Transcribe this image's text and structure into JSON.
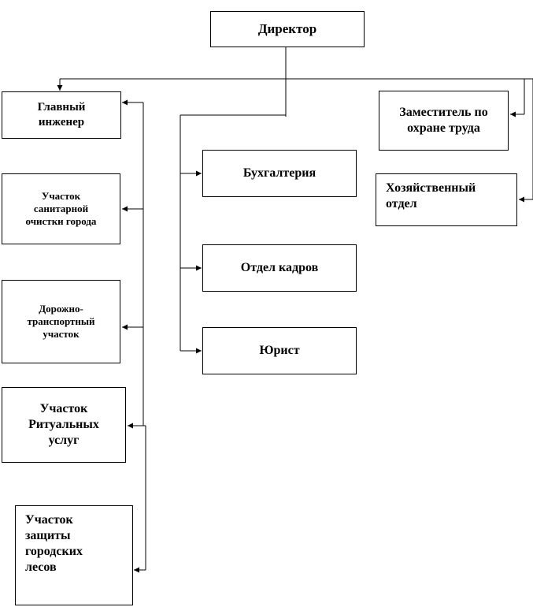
{
  "nodes": {
    "director": "Директор",
    "chief_engineer": "Главный\nинженер",
    "sanitation": "Участок\nсанитарной\nочистки города",
    "road_transport": "Дорожно-\nтранспортный\nучасток",
    "ritual": "Участок\nРитуальных\nуслуг",
    "forests": "Участок\nзащиты\nгородских\nлесов",
    "accounting": "Бухгалтерия",
    "hr": "Отдел кадров",
    "lawyer": "Юрист",
    "safety_deputy": "Заместитель по\nохране труда",
    "household": "Хозяйственный\nотдел"
  },
  "colors": {
    "line": "#000000",
    "box_border": "#000000",
    "background": "#ffffff"
  }
}
